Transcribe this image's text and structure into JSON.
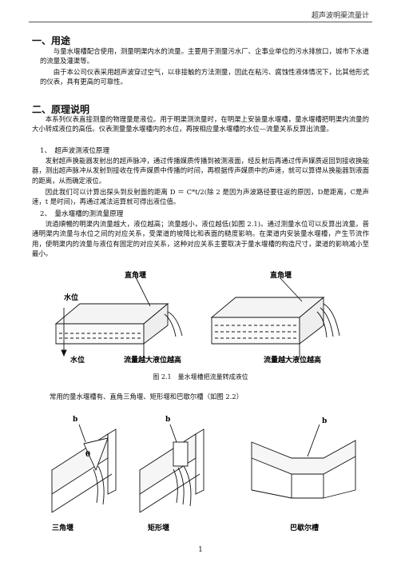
{
  "header": {
    "title": "超声波明渠流量计"
  },
  "sections": {
    "purpose": {
      "heading": "一、用途",
      "paragraphs": [
        "与量水堰槽配合使用，测量明渠内水的流量。主要用于测量污水厂、企事业单位的污水排放口，城市下水道的流量及灌渠等。",
        "由于本公司仪表采用超声波穿过空气，以非接触的方法测量，因此在粘污、腐蚀性液体情况下，比其他形式的仪表，具有更高的可靠性。"
      ]
    },
    "principle": {
      "heading": "二、原理说明",
      "intro": "本系列仪表直接测量的物理量是液位。用于明渠测流量时，在明渠上安装量水堰槽，量水堰槽把明渠内流量的大小转成液位的高低。仪表测量量水堰槽内的水位，再按相应量水堰槽的水位—流量关系反算出流量。",
      "sub1": {
        "heading": "1、　超声波测液位原理",
        "p1": "发射超声换能器发射出的超声脉冲，通过传播媒质传播到被测液面，经反射后再通过传声媒质返回到接收换能器，测出超声脉冲从发射到接收在传声媒质中传播的时间，再根据传声媒质中的声速，就可以算得从换能器到液面的距离，从而确定液位。",
        "p2": "因此我们可以计算出探头到反射面的距离 D ＝ C*t/2(除 2 是因为声波路径要往返的原因，D是距离，C是声速，t 是时间)，再通过减法运算就可得出液位值。"
      },
      "sub2": {
        "heading": "2、　量水堰槽的测流量原理",
        "p1": "流過順暢的明渠内流量越大，液位越高；流量越小，液位越低(如图 2.1)。通过测量水位可以反算出流量。普通明渠内流量与水位之间的对应关系，受渠道的坡降比和表面的糙度影响。在渠道内安装量水堰槽，产生节流作用，使明渠内的流量与液位有固定的对应关系，这种对应关系主要取决于量水堰槽的构造尺寸，渠道的影响减小至最小。"
      }
    }
  },
  "figure1": {
    "labels": [
      "直角堰",
      "水位",
      "水位",
      "流量越大液位越高"
    ],
    "caption": "图 2.1　量水堰槽把流量转成液位"
  },
  "types_line": "常用的量水堰槽有、直角三角堰、矩形堰和巴歇尔槽（如图 2.2）",
  "figure2": {
    "labels": [
      "b",
      "θ",
      "三角堰",
      "b",
      "矩形堰",
      "b",
      "巴歇尔槽"
    ]
  },
  "footer": {
    "page_number": "1"
  }
}
